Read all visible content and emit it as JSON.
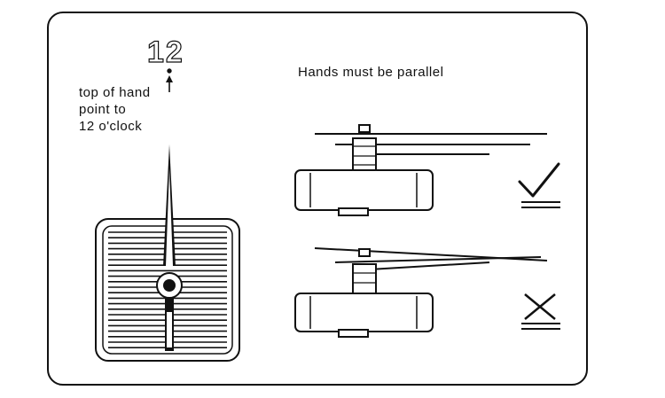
{
  "labels": {
    "twelve": "12",
    "instruction": "top of hand\npoint to\n12 o'clock",
    "heading": "Hands must be parallel"
  },
  "icons": {
    "correct": "checkmark-icon",
    "incorrect": "x-mark-icon"
  },
  "colors": {
    "line": "#111111",
    "background": "#ffffff"
  }
}
